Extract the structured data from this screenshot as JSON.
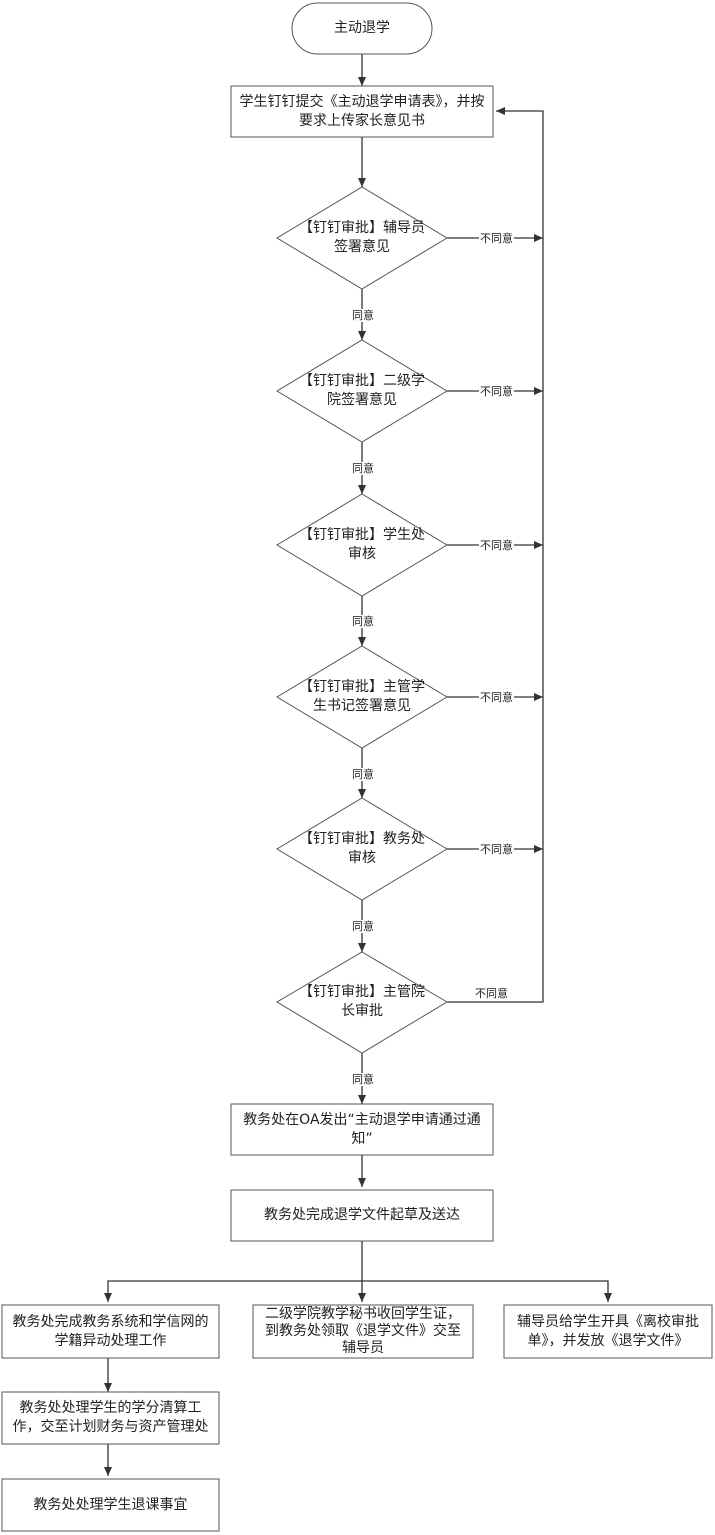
{
  "start": "主动退学",
  "nodes": {
    "submit": "学生钉钉提交《主动退学申请表》，并按要求上传家长意见书",
    "d1": "【钉钉审批】辅导员\n签署意见",
    "d2": "【钉钉审批】二级学\n院签署意见",
    "d3": "【钉钉审批】学生处\n审核",
    "d4": "【钉钉审批】主管学\n生书记签署意见",
    "d5": "【钉钉审批】教务处\n审核",
    "d6": "【钉钉审批】主管院\n长审批",
    "notice": "教务处在OA发出“主动退学申请通过通\n知”",
    "draft": "教务处完成退学文件起草及送达",
    "left1": "教务处完成教务系统和学信网的\n学籍异动处理工作",
    "mid": "二级学院教学秘书收回学生证，\n到教务处领取《退学文件》交至\n辅导员",
    "right": "辅导员给学生开具《离校审批\n单》，并发放《退学文件》",
    "left2": "教务处处理学生的学分清算工\n作，交至计划财务与资产管理处",
    "left3": "教务处处理学生退课事宜"
  },
  "edge_labels": {
    "agree": "同意",
    "disagree": "不同意"
  }
}
